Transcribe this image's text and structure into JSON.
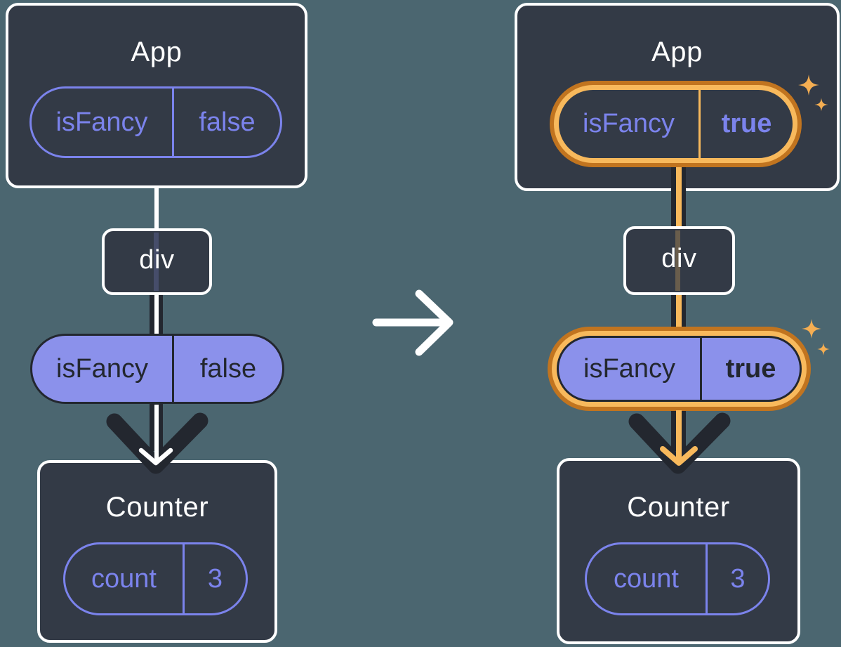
{
  "diagram": {
    "before": {
      "root": {
        "title": "App",
        "prop_name": "isFancy",
        "prop_value": "false"
      },
      "middle": {
        "label": "div"
      },
      "passed_prop": {
        "name": "isFancy",
        "value": "false"
      },
      "child": {
        "title": "Counter",
        "state_name": "count",
        "state_value": "3"
      }
    },
    "after": {
      "root": {
        "title": "App",
        "prop_name": "isFancy",
        "prop_value": "true"
      },
      "middle": {
        "label": "div"
      },
      "passed_prop": {
        "name": "isFancy",
        "value": "true"
      },
      "child": {
        "title": "Counter",
        "state_name": "count",
        "state_value": "3"
      }
    }
  },
  "icons": {
    "transition_arrow": "right-arrow-icon",
    "sparkles": "sparkle-icon"
  },
  "colors": {
    "background": "#4B6670",
    "card": "#333A46",
    "ink_dark": "#23272F",
    "purple_outline": "#7B83EC",
    "purple_fill": "#8B91EB",
    "white": "#FFFFFF",
    "highlight_orange_light": "#F8B95C",
    "highlight_orange_dark": "#C1741F",
    "sparkle": "#F5AE52"
  }
}
